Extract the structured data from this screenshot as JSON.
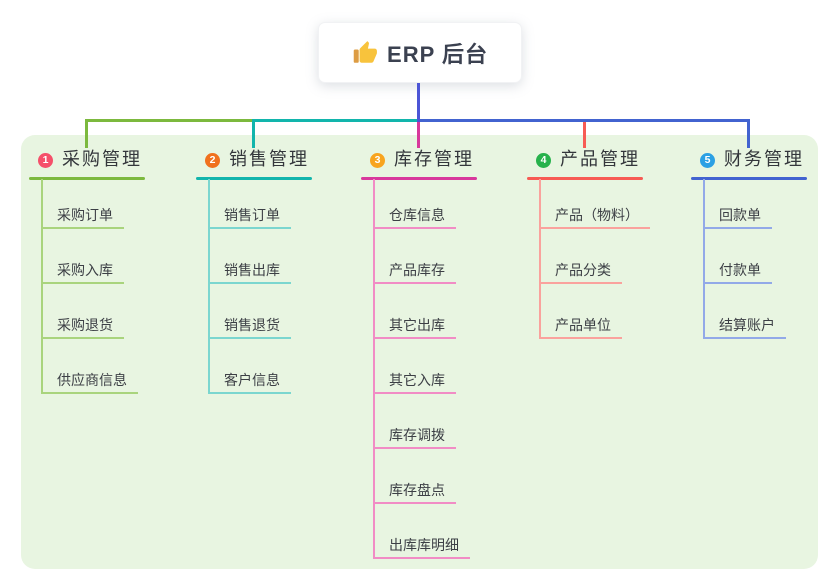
{
  "root": {
    "title": "ERP 后台",
    "icon": "thumbs-up-icon"
  },
  "canvas": {
    "bg": "#ffffff",
    "panel_bg": "#e8f5e1",
    "stem_color": "#4c55d6"
  },
  "branches": [
    {
      "badge": "1",
      "title": "采购管理",
      "color": "#7cb93e",
      "light_color": "#a9d47d",
      "badge_color": "#f5506a",
      "items": [
        "采购订单",
        "采购入库",
        "采购退货",
        "供应商信息"
      ]
    },
    {
      "badge": "2",
      "title": "销售管理",
      "color": "#12b5ac",
      "light_color": "#7bd6cf",
      "badge_color": "#f0711e",
      "items": [
        "销售订单",
        "销售出库",
        "销售退货",
        "客户信息"
      ]
    },
    {
      "badge": "3",
      "title": "库存管理",
      "color": "#d8389c",
      "light_color": "#f18cc5",
      "badge_color": "#f8a41e",
      "items": [
        "仓库信息",
        "产品库存",
        "其它出库",
        "其它入库",
        "库存调拨",
        "库存盘点",
        "出库库明细"
      ]
    },
    {
      "badge": "4",
      "title": "产品管理",
      "color": "#f75b54",
      "light_color": "#faa29d",
      "badge_color": "#27b24c",
      "items": [
        "产品（物料）",
        "产品分类",
        "产品单位"
      ]
    },
    {
      "badge": "5",
      "title": "财务管理",
      "color": "#4263d0",
      "light_color": "#92a9e8",
      "badge_color": "#2ba0e4",
      "items": [
        "回款单",
        "付款单",
        "结算账户"
      ]
    }
  ]
}
